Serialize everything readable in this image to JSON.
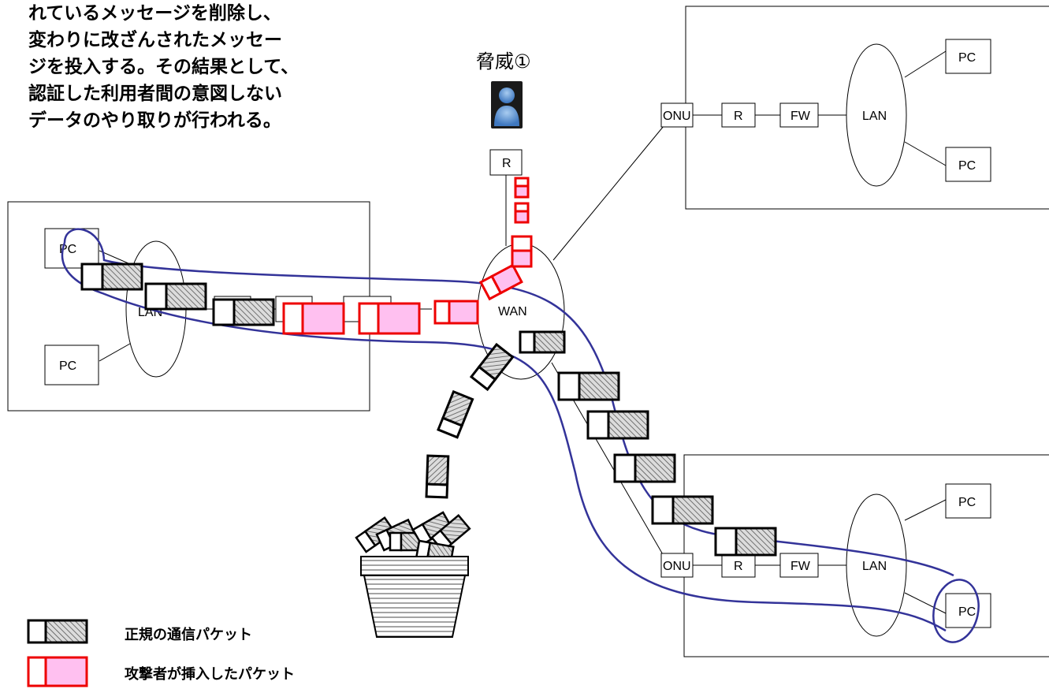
{
  "description_lines": [
    "れているメッセージを削除し、",
    "変わりに改ざんされたメッセー",
    "ジを投入する。その結果として、",
    "認証した利用者間の意図しない",
    "データのやり取りが行われる。"
  ],
  "threat_label": "脅威①",
  "network": {
    "wan": "WAN",
    "attacker_router": "R",
    "top_site": {
      "onu": "ONU",
      "router": "R",
      "firewall": "FW",
      "lan": "LAN",
      "pcs": [
        "PC",
        "PC"
      ]
    },
    "left_site": {
      "lan": "LAN",
      "pcs": [
        "PC",
        "PC"
      ]
    },
    "bottom_site": {
      "onu": "ONU",
      "router": "R",
      "firewall": "FW",
      "lan": "LAN",
      "pcs": [
        "PC",
        "PC"
      ]
    }
  },
  "legend": {
    "legit": "正規の通信パケット",
    "injected": "攻撃者が挿入したパケット"
  },
  "colors": {
    "legit_border": "#000000",
    "legit_fill": "#c8c8c8",
    "injected_border": "#ee0000",
    "injected_fill": "#ffc0f0",
    "path_line": "#333399"
  }
}
